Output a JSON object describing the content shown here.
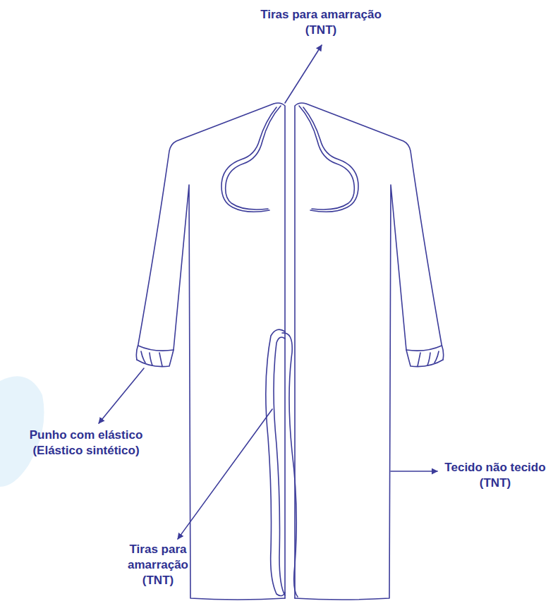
{
  "diagram": {
    "labels": [
      "Tiras para amarração (TNT)",
      "Punho com elástico (Elástico sintético)",
      "Tecido não tecido (TNT)",
      "Tiras para amarração (TNT)"
    ]
  }
}
